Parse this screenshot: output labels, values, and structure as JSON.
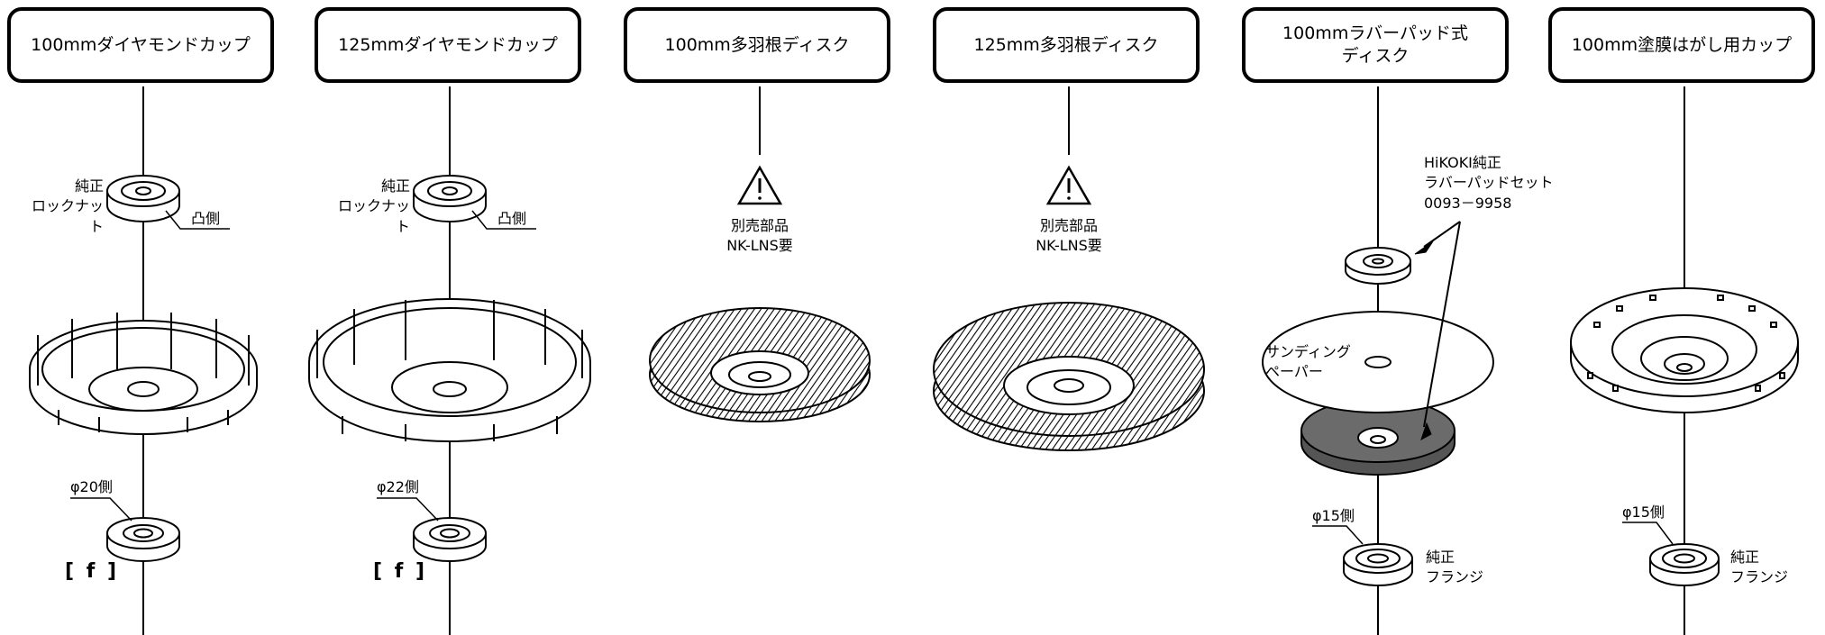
{
  "columns": [
    {
      "title": "100mmダイヤモンドカップ",
      "nut_label": "純正\nロックナット",
      "convex_side": "凸側",
      "diameter_side": "φ20側",
      "f_mark": "[ f ]"
    },
    {
      "title": "125mmダイヤモンドカップ",
      "nut_label": "純正\nロックナット",
      "convex_side": "凸側",
      "diameter_side": "φ22側",
      "f_mark": "[ f ]"
    },
    {
      "title": "100mm多羽根ディスク",
      "warning_text": "別売部品\nNK-LNS要"
    },
    {
      "title": "125mm多羽根ディスク",
      "warning_text": "別売部品\nNK-LNS要"
    },
    {
      "title": "100mmラバーパッド式\nディスク",
      "pad_set_label": "HiKOKI純正\nラバーパッドセット\n0093－9958",
      "paper_label": "サンディング\nペーパー",
      "diameter_side": "φ15側",
      "flange_label": "純正\nフランジ"
    },
    {
      "title": "100mm塗膜はがし用カップ",
      "diameter_side": "φ15側",
      "flange_label": "純正\nフランジ"
    }
  ],
  "icons": {
    "warning": "warning-triangle-icon"
  },
  "colors": {
    "line": "#000000",
    "pad_fill": "#6b6b6b",
    "background": "#ffffff"
  }
}
